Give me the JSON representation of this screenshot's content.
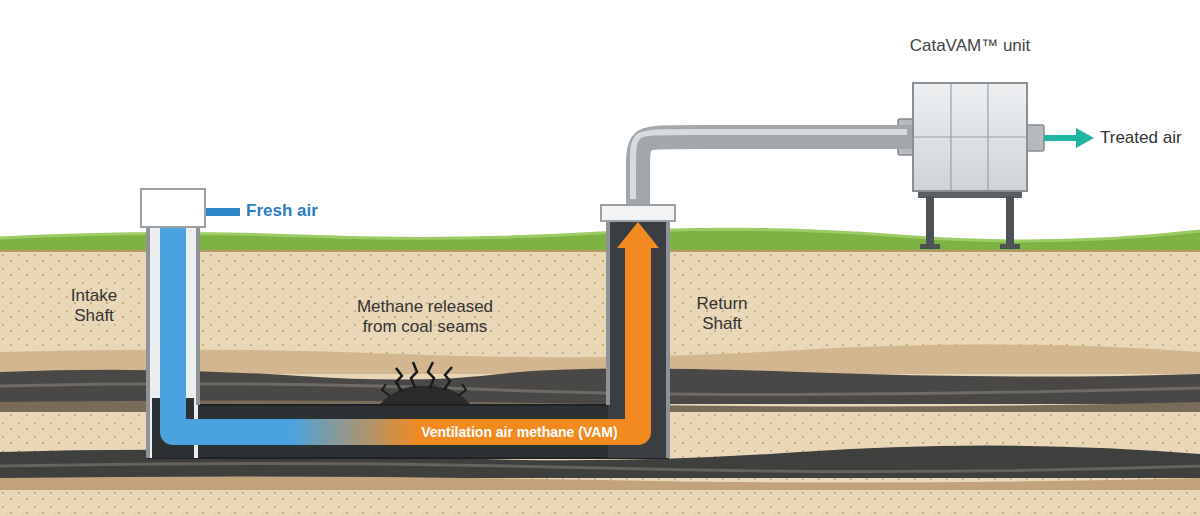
{
  "diagram": {
    "nodes": [
      {
        "text": [
          "Intake Shaft"
        ]
      },
      {
        "text": [
          "Return Shaft"
        ]
      },
      {
        "text": [
          "CataVAM™ unit"
        ]
      }
    ],
    "edges": [
      {
        "from": 0,
        "to": 1,
        "arrow": "to",
        "label": "Ventilation air methane (VAM)"
      },
      {
        "from": 1,
        "to": 2,
        "arrow": "none"
      }
    ],
    "labels": [
      "Fresh air",
      "Methane released from coal seams",
      "Treated air"
    ]
  }
}
